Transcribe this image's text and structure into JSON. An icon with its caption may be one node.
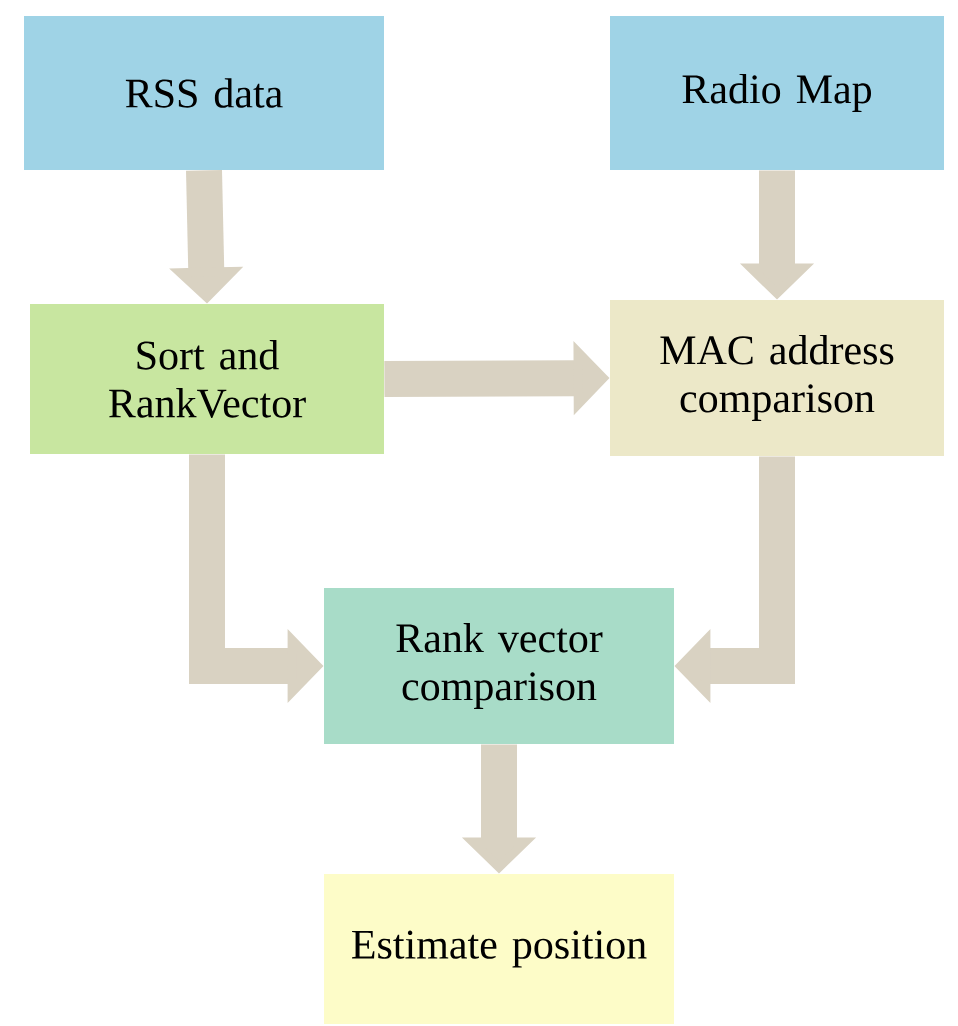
{
  "diagram": {
    "nodes": [
      {
        "text": [
          "RSS data"
        ]
      },
      {
        "text": [
          "Radio Map"
        ]
      },
      {
        "text": [
          "Sort and RankVector"
        ]
      },
      {
        "text": [
          "MAC address comparison"
        ]
      },
      {
        "text": [
          "Rank vector comparison"
        ]
      },
      {
        "text": [
          "Estimate position"
        ]
      }
    ],
    "edges": [
      {
        "from": 0,
        "to": 2,
        "arrow": "to"
      },
      {
        "from": 1,
        "to": 3,
        "arrow": "to"
      },
      {
        "from": 2,
        "to": 3,
        "arrow": "to"
      },
      {
        "from": 2,
        "to": 4,
        "arrow": "to"
      },
      {
        "from": 3,
        "to": 4,
        "arrow": "to"
      },
      {
        "from": 4,
        "to": 5,
        "arrow": "to"
      }
    ]
  }
}
